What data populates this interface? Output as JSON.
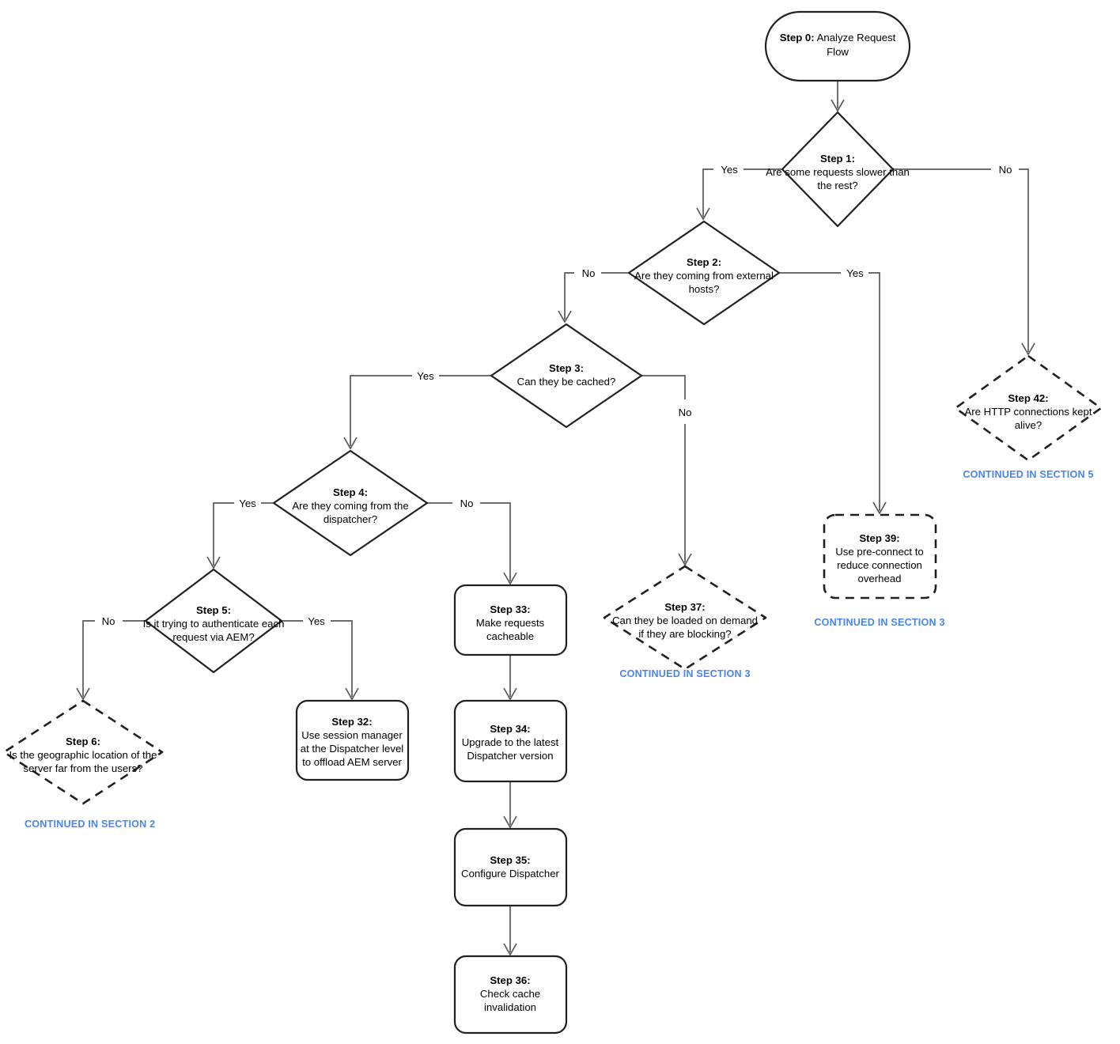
{
  "diagram": {
    "title": "AEM Request Flow Troubleshooting Flowchart - Section 1",
    "colors": {
      "shape_stroke": "#231f20",
      "connector_stroke": "#585858",
      "continuation_text": "#4a86e8",
      "background": "#ffffff",
      "shape_fill": "#ffffff"
    },
    "nodes": [
      {
        "id": "step0",
        "shape": "rounded-terminator",
        "style": "solid",
        "step": "Step 0:",
        "text": "Analyze Request Flow",
        "lines": [
          "Analyze Request",
          "Flow"
        ]
      },
      {
        "id": "step1",
        "shape": "diamond",
        "style": "solid",
        "step": "Step 1:",
        "text": "Are some requests slower than the rest?",
        "lines": [
          "Are some requests slower than",
          "the rest?"
        ]
      },
      {
        "id": "step2",
        "shape": "diamond",
        "style": "solid",
        "step": "Step 2:",
        "text": "Are they coming from external hosts?",
        "lines": [
          "Are they coming from external",
          "hosts?"
        ]
      },
      {
        "id": "step3",
        "shape": "diamond",
        "style": "solid",
        "step": "Step 3:",
        "text": "Can they be cached?",
        "lines": [
          "Can they be cached?"
        ]
      },
      {
        "id": "step4",
        "shape": "diamond",
        "style": "solid",
        "step": "Step 4:",
        "text": "Are they coming from the dispatcher?",
        "lines": [
          "Are they coming from the",
          "dispatcher?"
        ]
      },
      {
        "id": "step5",
        "shape": "diamond",
        "style": "solid",
        "step": "Step 5:",
        "text": "Is it trying to authenticate each request via AEM?",
        "lines": [
          "Is it trying to authenticate each",
          "request via AEM?"
        ]
      },
      {
        "id": "step6",
        "shape": "diamond",
        "style": "dashed",
        "step": "Step 6:",
        "text": "Is the geographic location of the server far from the users?",
        "lines": [
          "Is the geographic location of the",
          "server far from the users?"
        ]
      },
      {
        "id": "step32",
        "shape": "rounded-rect",
        "style": "solid",
        "step": "Step 32:",
        "text": "Use session manager at the Dispatcher level to offload AEM server",
        "lines": [
          "Use session manager",
          "at the Dispatcher level",
          "to offload AEM server"
        ]
      },
      {
        "id": "step33",
        "shape": "rounded-rect",
        "style": "solid",
        "step": "Step 33:",
        "text": "Make requests cacheable",
        "lines": [
          "Make requests",
          "cacheable"
        ]
      },
      {
        "id": "step34",
        "shape": "rounded-rect",
        "style": "solid",
        "step": "Step 34:",
        "text": "Upgrade to the latest Dispatcher version",
        "lines": [
          "Upgrade to the latest",
          "Dispatcher version"
        ]
      },
      {
        "id": "step35",
        "shape": "rounded-rect",
        "style": "solid",
        "step": "Step 35:",
        "text": "Configure Dispatcher",
        "lines": [
          "Configure Dispatcher"
        ]
      },
      {
        "id": "step36",
        "shape": "rounded-rect",
        "style": "solid",
        "step": "Step 36:",
        "text": "Check cache invalidation",
        "lines": [
          "Check cache",
          "invalidation"
        ]
      },
      {
        "id": "step37",
        "shape": "diamond",
        "style": "dashed",
        "step": "Step 37:",
        "text": "Can they be loaded on demand if they are blocking?",
        "lines": [
          "Can they be loaded on demand",
          "if they are blocking?"
        ]
      },
      {
        "id": "step39",
        "shape": "rounded-rect",
        "style": "dashed",
        "step": "Step 39:",
        "text": "Use pre-connect to reduce connection overhead",
        "lines": [
          "Use pre-connect to",
          "reduce connection",
          "overhead"
        ]
      },
      {
        "id": "step42",
        "shape": "diamond",
        "style": "dashed",
        "step": "Step 42:",
        "text": "Are HTTP connections kept alive?",
        "lines": [
          "Are HTTP connections kept",
          "alive?"
        ]
      }
    ],
    "edge_labels": {
      "step1_yes": "Yes",
      "step1_no": "No",
      "step2_no": "No",
      "step2_yes": "Yes",
      "step3_yes": "Yes",
      "step3_no": "No",
      "step4_yes": "Yes",
      "step4_no": "No",
      "step5_no": "No",
      "step5_yes": "Yes"
    },
    "continuations": [
      {
        "id": "cont-section-2",
        "text": "CONTINUED IN SECTION 2"
      },
      {
        "id": "cont-section-3-a",
        "text": "CONTINUED IN SECTION 3"
      },
      {
        "id": "cont-section-3-b",
        "text": "CONTINUED IN SECTION 3"
      },
      {
        "id": "cont-section-5",
        "text": "CONTINUED IN SECTION 5"
      }
    ]
  }
}
